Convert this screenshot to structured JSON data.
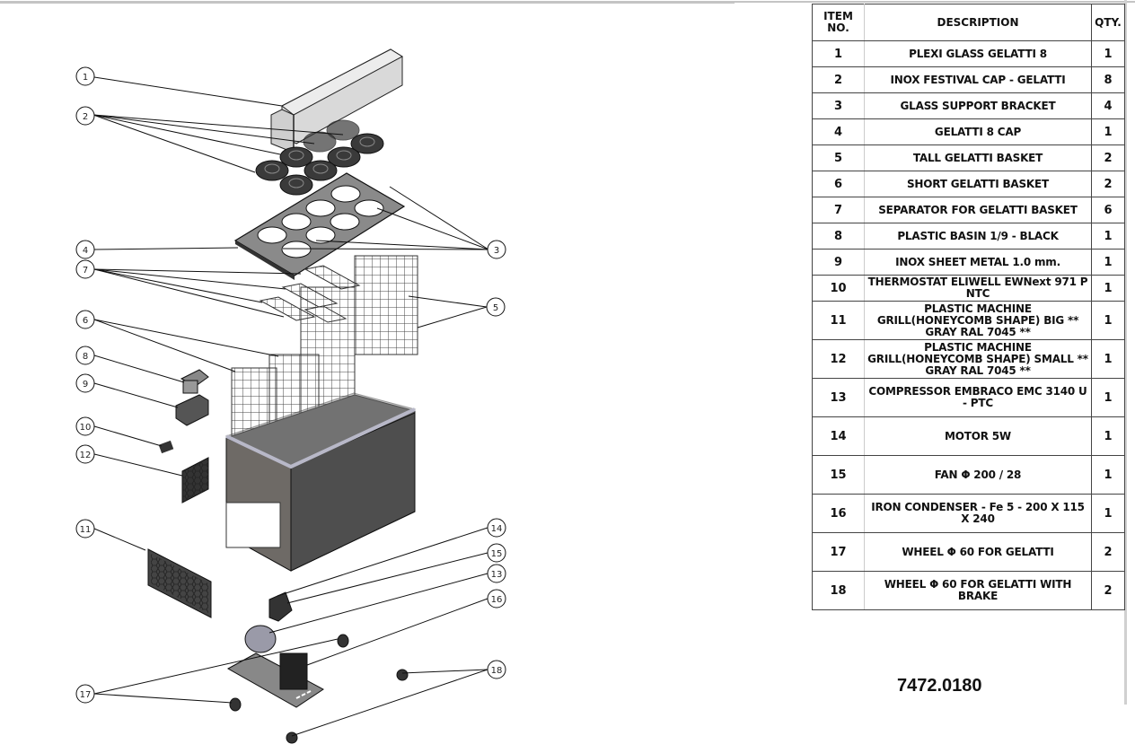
{
  "bom": {
    "headers": {
      "item": "ITEM NO.",
      "description": "DESCRIPTION",
      "qty": "QTY."
    },
    "rows": [
      {
        "item": "1",
        "description": "PLEXI GLASS GELATTI 8",
        "qty": "1"
      },
      {
        "item": "2",
        "description": "INOX FESTIVAL CAP - GELATTI",
        "qty": "8"
      },
      {
        "item": "3",
        "description": "GLASS SUPPORT BRACKET",
        "qty": "4"
      },
      {
        "item": "4",
        "description": "GELATTI  8 CAP",
        "qty": "1"
      },
      {
        "item": "5",
        "description": "TALL GELATTI  BASKET",
        "qty": "2"
      },
      {
        "item": "6",
        "description": "SHORT GELATTI  BASKET",
        "qty": "2"
      },
      {
        "item": "7",
        "description": "SEPARATOR FOR GELATTI BASKET",
        "qty": "6"
      },
      {
        "item": "8",
        "description": "PLASTIC BASIN 1/9 - BLACK",
        "qty": "1"
      },
      {
        "item": "9",
        "description": "INOX SHEET METAL 1.0 mm.",
        "qty": "1"
      },
      {
        "item": "10",
        "description": "THERMOSTAT ELIWELL EWNext  971 P NTC",
        "qty": "1"
      },
      {
        "item": "11",
        "description": "PLASTIC MACHINE GRILL(HONEYCOMB SHAPE) BIG  ** GRAY RAL 7045 **",
        "qty": "1"
      },
      {
        "item": "12",
        "description": "PLASTIC MACHINE GRILL(HONEYCOMB SHAPE) SMALL  ** GRAY RAL 7045 **",
        "qty": "1"
      },
      {
        "item": "13",
        "description": "COMPRESSOR EMBRACO EMC 3140 U - PTC",
        "qty": "1"
      },
      {
        "item": "14",
        "description": "MOTOR 5W",
        "qty": "1"
      },
      {
        "item": "15",
        "description": "FAN Φ 200 / 28",
        "qty": "1"
      },
      {
        "item": "16",
        "description": "IRON CONDENSER  -  Fe 5 - 200 X 115 X 240",
        "qty": "1"
      },
      {
        "item": "17",
        "description": "WHEEL Φ 60  FOR GELATTI",
        "qty": "2"
      },
      {
        "item": "18",
        "description": "WHEEL Φ 60  FOR GELATTI WITH BRAKE",
        "qty": "2"
      }
    ]
  },
  "drawing": {
    "balloons": [
      "1",
      "2",
      "3",
      "4",
      "5",
      "6",
      "7",
      "8",
      "9",
      "10",
      "11",
      "12",
      "13",
      "14",
      "15",
      "16",
      "17",
      "18"
    ]
  },
  "document_number": "7472.0180"
}
